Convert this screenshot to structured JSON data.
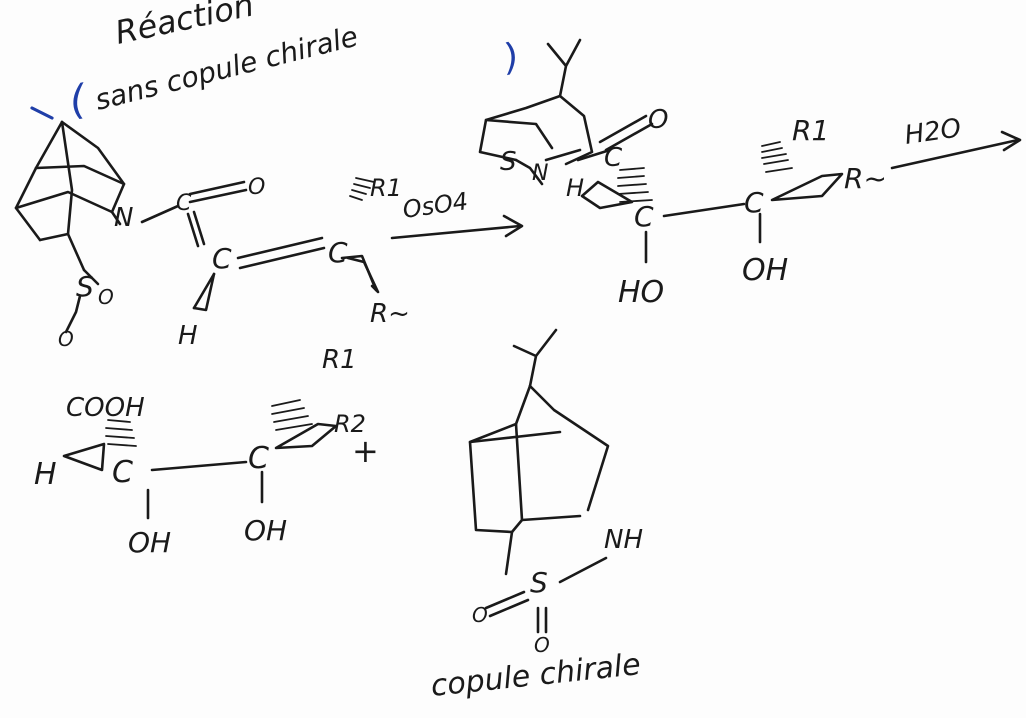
{
  "diagram": {
    "heading_partial": "Réaction",
    "paren_left": "(",
    "paren_right": ")",
    "note": "sans copule chirale",
    "reagent_oso4": "OsO4",
    "reagent_h2o": "H2O",
    "caption": "copule chirale",
    "labels": {
      "N": "N",
      "S": "S",
      "O": "O",
      "C": "C",
      "H": "H",
      "R1": "R1",
      "R2": "R2",
      "Rw": "R~",
      "HO": "HO",
      "OH": "OH",
      "COOH": "COOH",
      "NH": "NH",
      "plus": "+"
    }
  },
  "colors": {
    "ink": "#1a1a1a",
    "blue_pen": "#1f3ea8",
    "paper": "#fdfdfd"
  }
}
